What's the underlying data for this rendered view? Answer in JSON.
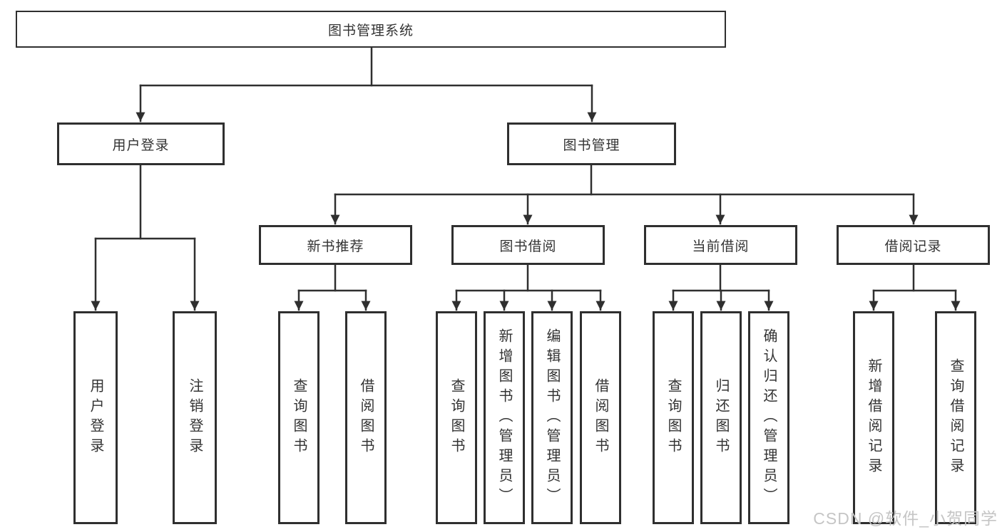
{
  "diagram": {
    "title": "图书管理系统",
    "root": {
      "label": "图书管理系统"
    },
    "level2": {
      "user_login": {
        "label": "用户登录"
      },
      "book_mgmt": {
        "label": "图书管理"
      }
    },
    "level3": {
      "new_books": {
        "label": "新书推荐"
      },
      "borrowing": {
        "label": "图书借阅"
      },
      "current": {
        "label": "当前借阅"
      },
      "records": {
        "label": "借阅记录"
      }
    },
    "leaves": {
      "user_login": [
        "用户登录",
        "注销登录"
      ],
      "new_books": [
        "查询图书",
        "借阅图书"
      ],
      "borrowing": [
        "查询图书",
        "新增图书（管理员）",
        "编辑图书（管理员）",
        "借阅图书"
      ],
      "current": [
        "查询图书",
        "归还图书",
        "确认归还（管理员）"
      ],
      "records": [
        "新增借阅记录",
        "查询借阅记录"
      ]
    }
  },
  "watermark": "CSDN @软件_小贺同学",
  "colors": {
    "line": "#2f2f2f",
    "box_border": "#2f2f2f",
    "box_fill": "#ffffff",
    "text": "#333333",
    "background": "#ffffff",
    "watermark": "#c5c5c5"
  }
}
